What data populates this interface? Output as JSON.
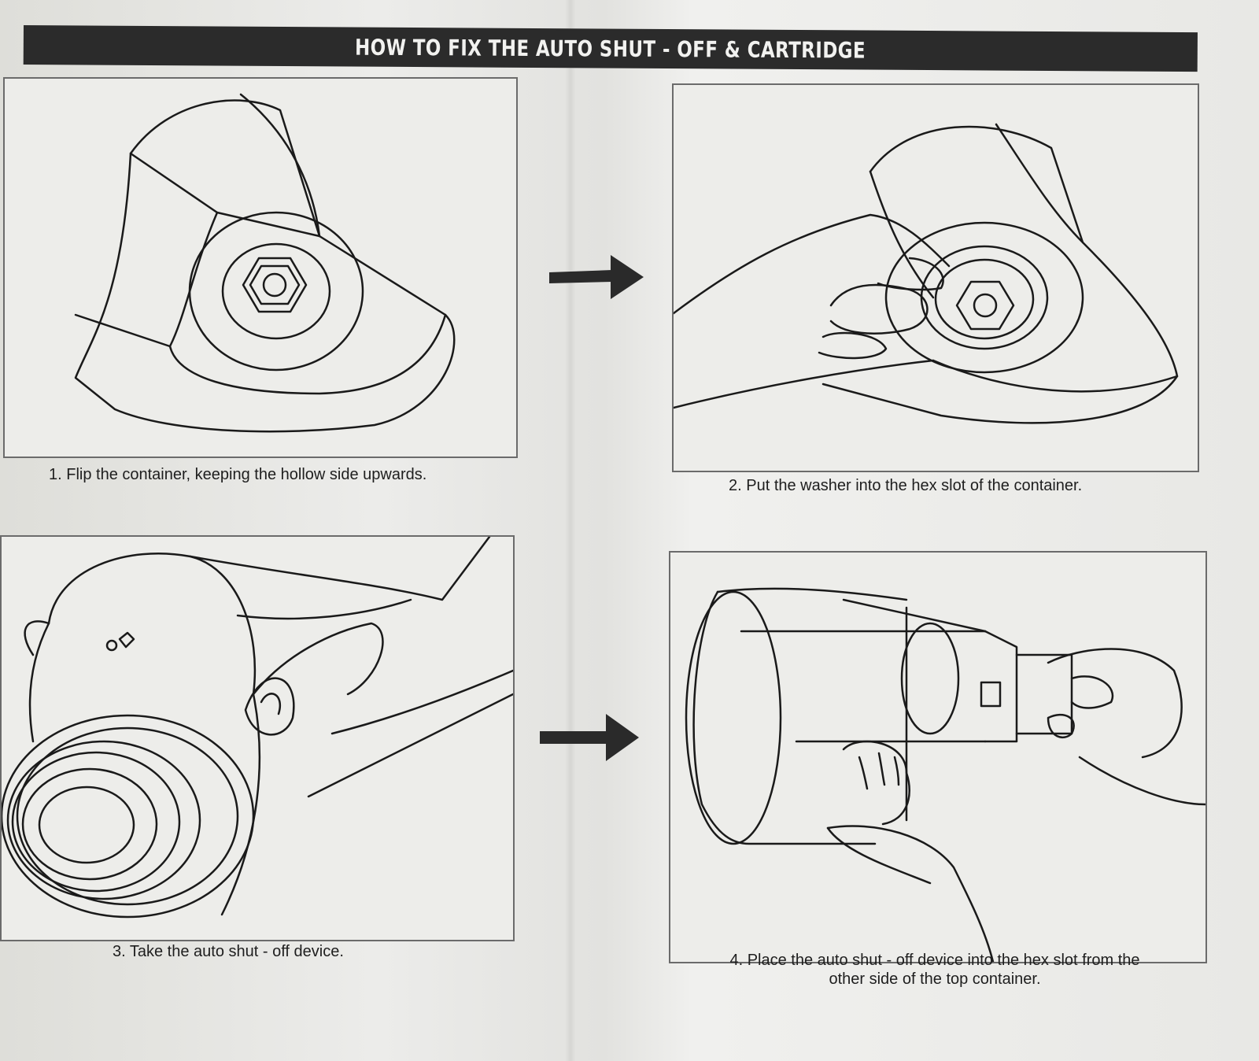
{
  "title": "HOW TO FIX THE AUTO SHUT - OFF & CARTRIDGE",
  "steps": [
    {
      "caption": "1. Flip the container, keeping the hollow side upwards."
    },
    {
      "caption": "2. Put the washer into the hex slot of the container."
    },
    {
      "caption": "3. Take the auto shut - off device."
    },
    {
      "caption_line1": "4. Place the auto shut - off device into the hex slot from the",
      "caption_line2": "other side of the top container."
    }
  ],
  "colors": {
    "title_bar": "#2b2b2b",
    "ink": "#1e1e1e"
  },
  "icons": [
    "right-arrow-icon"
  ]
}
